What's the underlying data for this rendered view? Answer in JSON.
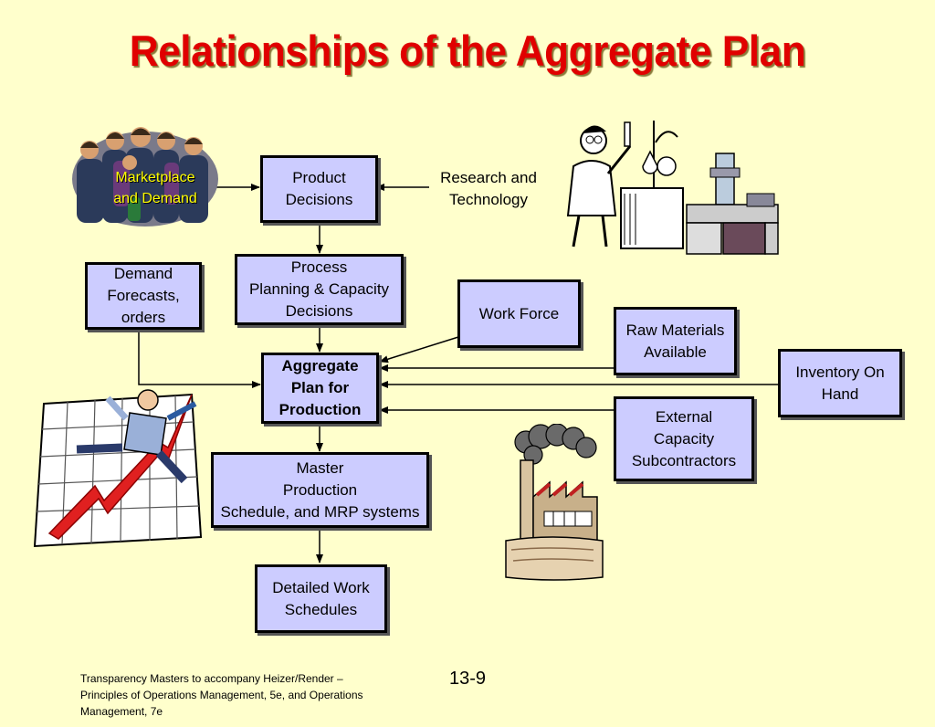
{
  "title": "Relationships of the Aggregate Plan",
  "nodes": {
    "marketplace": "Marketplace\nand Demand",
    "product": "Product\nDecisions",
    "research": "Research and\nTechnology",
    "process": "Process\nPlanning & Capacity\nDecisions",
    "demand": "Demand\nForecasts,\norders",
    "workforce": "Work Force",
    "raw": "Raw Materials\nAvailable",
    "aggregate": "Aggregate\nPlan for\nProduction",
    "inventory": "Inventory On\nHand",
    "external": "External\nCapacity\nSubcontractors",
    "master": "Master\nProduction\nSchedule, and MRP systems",
    "detailed": "Detailed Work\nSchedules"
  },
  "footer": {
    "credit": "Transparency Masters to accompany Heizer/Render –\nPrinciples of Operations Management, 5e, and Operations\nManagement, 7e",
    "page": "13-9"
  },
  "colors": {
    "background": "#ffffcc",
    "title": "#e00000",
    "box_fill": "#ccccff",
    "crowd_label": "#ffff00"
  },
  "illustrations": [
    "crowd-clipart",
    "scientist-clipart",
    "machine-clipart",
    "falling-man-chart-clipart",
    "factory-clipart"
  ]
}
